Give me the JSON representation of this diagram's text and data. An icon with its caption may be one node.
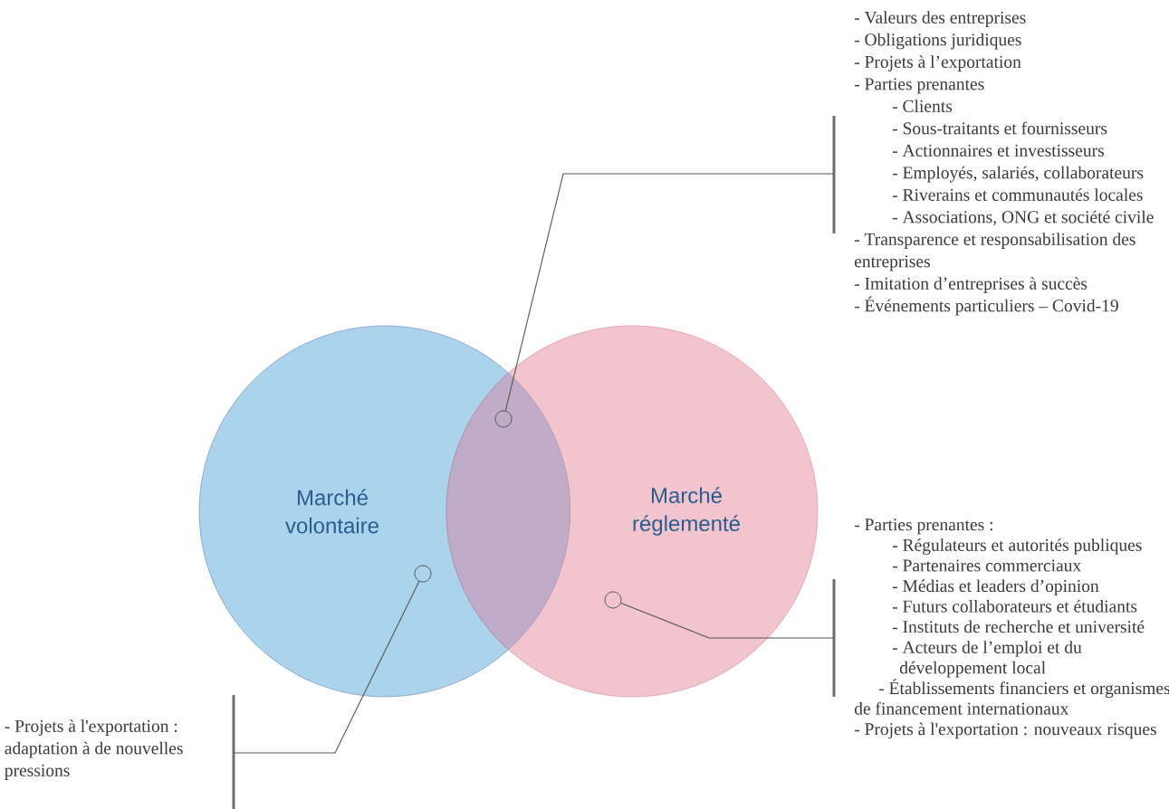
{
  "diagram": {
    "nodes": [
      {
        "text": [
          "Marché volontaire"
        ]
      },
      {
        "text": [
          "Marché réglementé"
        ]
      },
      {
        "text": [],
        "shape": "circle"
      },
      {
        "text": [],
        "shape": "circle",
        "in": 0
      },
      {
        "text": [],
        "shape": "circle",
        "in": 1
      },
      {
        "text": [
          "- Valeurs des entreprises",
          "- Obligations juridiques",
          "- Projets à l’exportation",
          "- Parties prenantes",
          "- Clients",
          "- Sous-traitants et fournisseurs",
          "- Actionnaires et investisseurs",
          "- Employés, salariés, collaborateurs",
          "- Riverains et communautés locales",
          "- Associations, ONG et société civile",
          "- Transparence et responsabilisation des entreprises",
          "- Imitation d’entreprises à succès",
          "- Événements particuliers – Covid-19"
        ]
      },
      {
        "text": [
          "- Parties prenantes :",
          "- Régulateurs et autorités publiques",
          "- Partenaires commerciaux",
          "- Médias et leaders d’opinion",
          "- Futurs collaborateurs et étudiants",
          "- Instituts de recherche et université",
          "- Acteurs de l’emploi et du développement local",
          "- Établissements financiers et organismes de financement internationaux",
          "- Projets à l'exportation : nouveaux risques"
        ]
      },
      {
        "text": [
          "- Projets à l'exportation : adaptation à de nouvelles pressions"
        ]
      }
    ],
    "edges": [
      {
        "from": 2,
        "to": 5,
        "arrow": "none"
      },
      {
        "from": 3,
        "to": 7,
        "arrow": "none"
      },
      {
        "from": 4,
        "to": 6,
        "arrow": "none"
      }
    ]
  }
}
